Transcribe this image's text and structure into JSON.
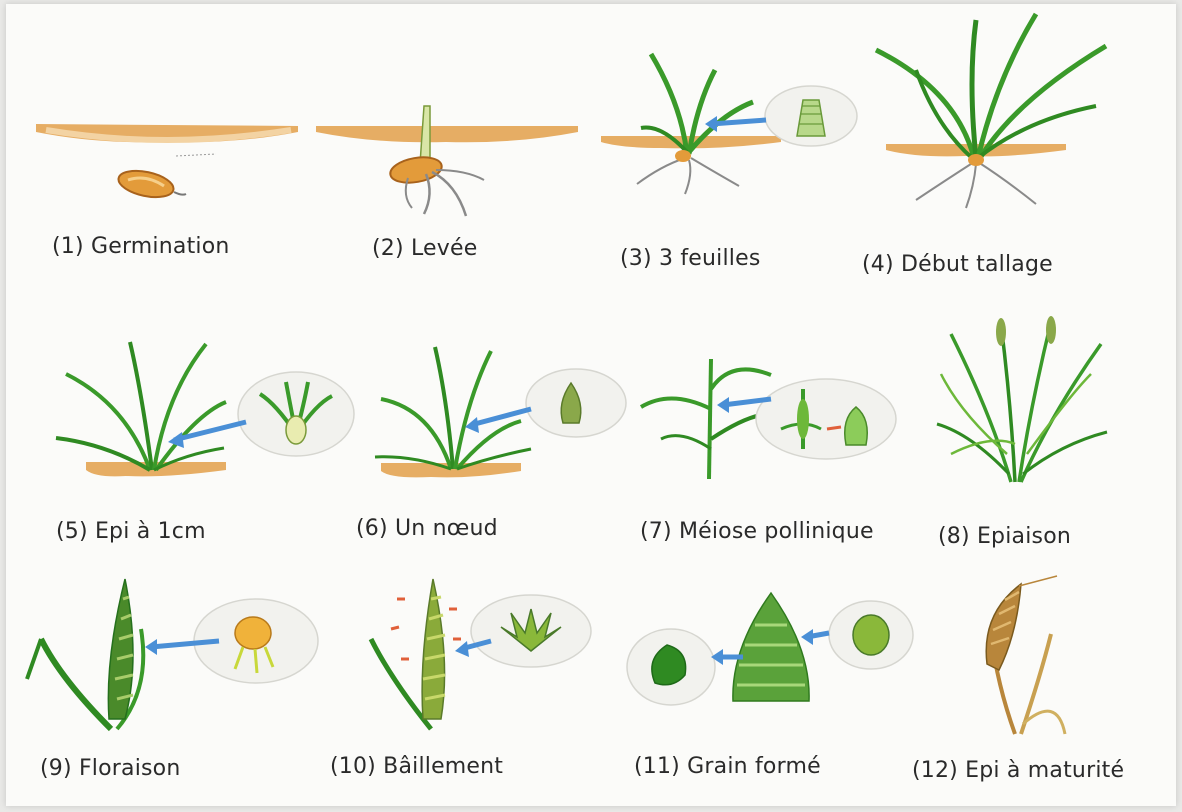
{
  "title": "",
  "stages": [
    {
      "label": "(1) Germination"
    },
    {
      "label": "(2) Levée"
    },
    {
      "label": "(3) 3 feuilles"
    },
    {
      "label": "(4) Début tallage"
    },
    {
      "label": "(5) Epi à 1cm"
    },
    {
      "label": "(6) Un nœud"
    },
    {
      "label": "(7) Méiose pollinique"
    },
    {
      "label": "(8) Epiaison"
    },
    {
      "label": "(9) Floraison"
    },
    {
      "label": "(10) Bâillement"
    },
    {
      "label": "(11) Grain formé"
    },
    {
      "label": "(12) Epi à maturité"
    }
  ],
  "colors": {
    "leaf": "#3a9a2a",
    "leaf_dark": "#25701c",
    "soil": "#e2a95e",
    "root": "#8a8a8a",
    "arrow": "#4a8fd6",
    "ripe": "#b8863b"
  }
}
